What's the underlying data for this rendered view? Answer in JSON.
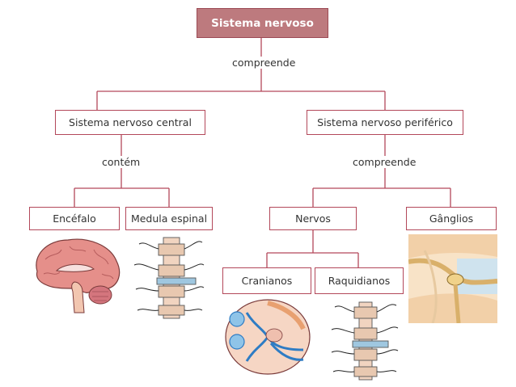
{
  "diagram": {
    "root": "Sistema nervoso",
    "root_connector": "compreende",
    "central": {
      "label": "Sistema nervoso central",
      "connector": "contém",
      "children": [
        "Encéfalo",
        "Medula espinal"
      ]
    },
    "peripheral": {
      "label": "Sistema nervoso periférico",
      "connector": "compreende",
      "children": [
        "Nervos",
        "Gânglios"
      ]
    },
    "nerves": {
      "children": [
        "Cranianos",
        "Raquidianos"
      ]
    },
    "colors": {
      "box_border": "#b3485a",
      "root_fill": "#bd7a7e",
      "line": "#b3485a"
    },
    "illustrations": [
      "brain-illustration",
      "spinal-cord-illustration",
      "cranial-nerves-illustration",
      "spinal-nerves-illustration",
      "ganglia-illustration"
    ]
  }
}
